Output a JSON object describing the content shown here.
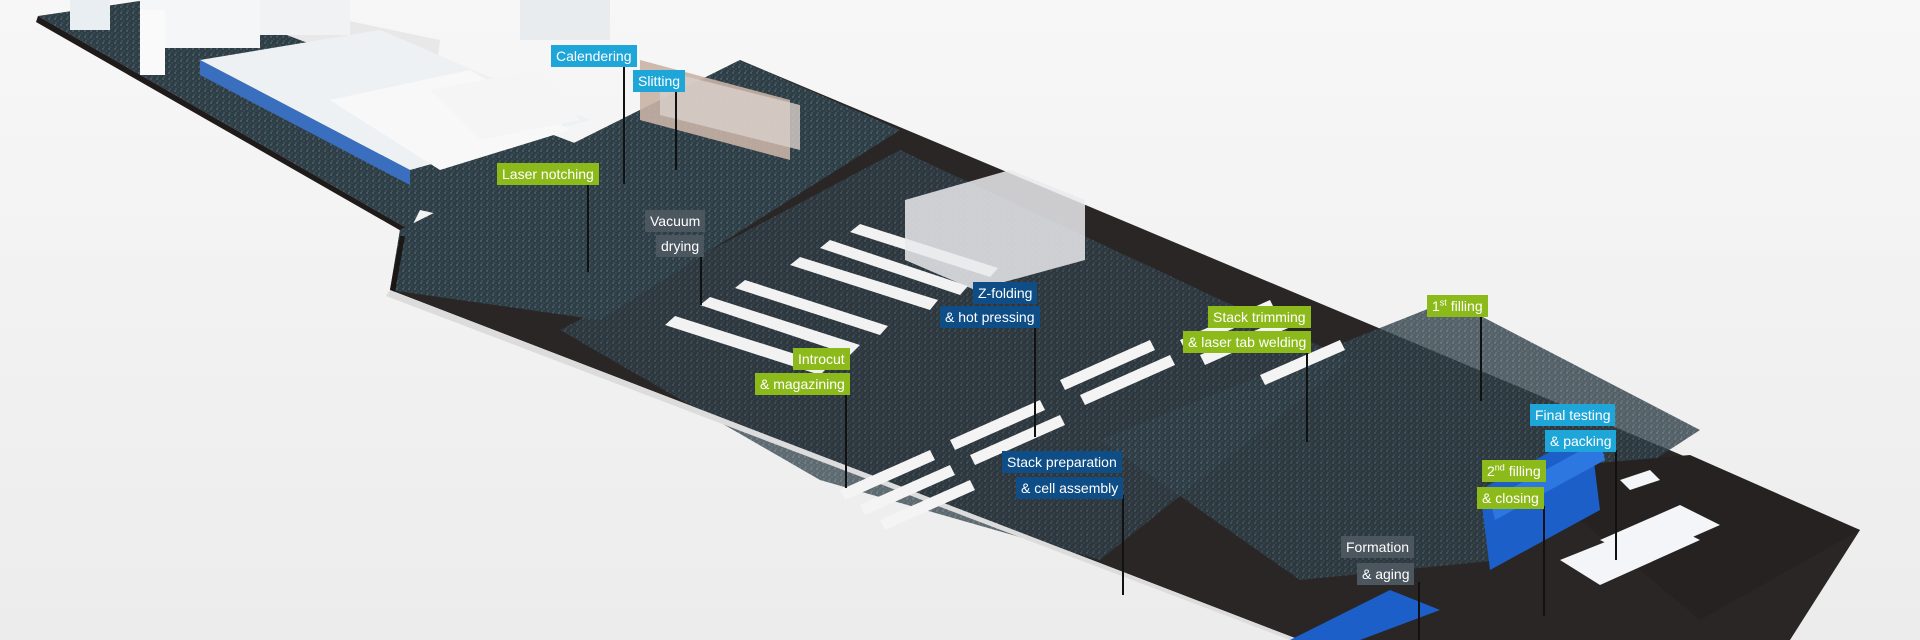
{
  "scene": {
    "description": "Isometric battery cell factory layout",
    "colors": {
      "background": "#f3f3f3",
      "floor_dark": "#2a2625",
      "floor_speckle": "#33454f",
      "label_cyan": "#1fa6d8",
      "label_green": "#8dba1b",
      "label_navy": "#0e4d86",
      "label_grey": "#4b565f",
      "rack_blue": "#1c5fc9"
    }
  },
  "labels": {
    "calendering": {
      "line1": "Calendering"
    },
    "slitting": {
      "line1": "Slitting"
    },
    "laser_notching": {
      "line1": "Laser notching"
    },
    "vacuum_drying": {
      "line1": "Vacuum",
      "line2": "drying"
    },
    "introcut": {
      "line1": "Introcut",
      "line2": "& magazining"
    },
    "z_folding": {
      "line1": "Z-folding",
      "line2": "& hot pressing"
    },
    "stack_trimming": {
      "line1": "Stack trimming",
      "line2": "& laser tab welding"
    },
    "stack_preparation": {
      "line1": "Stack preparation",
      "line2": "& cell assembly"
    },
    "first_filling": {
      "num": "1",
      "sup": "st",
      "text": " filling"
    },
    "final_testing": {
      "line1": "Final testing",
      "line2": "& packing"
    },
    "second_filling": {
      "num": "2",
      "sup": "nd",
      "text": " filling",
      "line2": "& closing"
    },
    "formation": {
      "line1": "Formation",
      "line2": "& aging"
    }
  }
}
